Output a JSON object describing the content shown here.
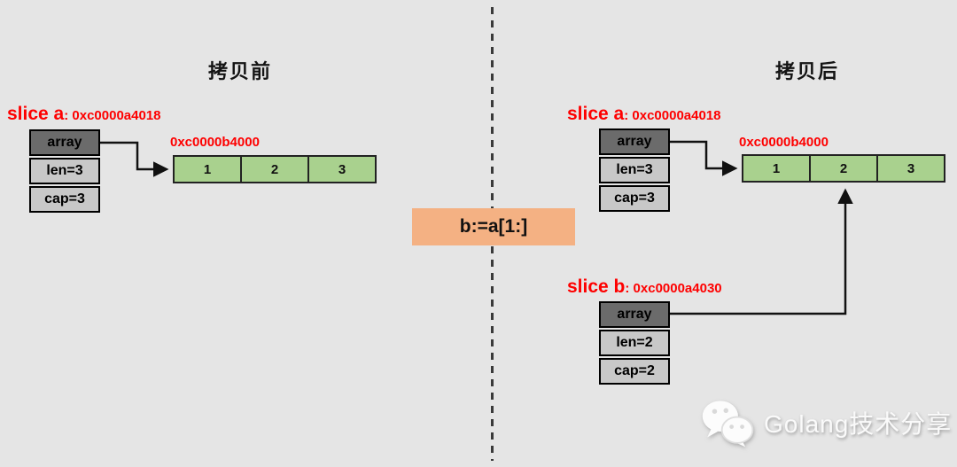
{
  "titles": {
    "before": "拷贝前",
    "after": "拷贝后"
  },
  "code_box": {
    "text": "b:=a[1:]"
  },
  "before": {
    "slice_a": {
      "name": "slice a",
      "address": ": 0xc0000a4018",
      "fields": [
        "array",
        "len=3",
        "cap=3"
      ]
    },
    "array": {
      "address": "0xc0000b4000",
      "cells": [
        "1",
        "2",
        "3"
      ]
    }
  },
  "after": {
    "slice_a": {
      "name": "slice a",
      "address": ": 0xc0000a4018",
      "fields": [
        "array",
        "len=3",
        "cap=3"
      ]
    },
    "array": {
      "address": "0xc0000b4000",
      "cells": [
        "1",
        "2",
        "3"
      ]
    },
    "slice_b": {
      "name": "slice b",
      "address": ": 0xc0000a4030",
      "fields": [
        "array",
        "len=2",
        "cap=2"
      ]
    }
  },
  "watermark": {
    "text": "Golang技术分享",
    "icon": "wechat-icon"
  },
  "colors": {
    "background": "#e5e5e5",
    "struct_header_bg": "#6b6b6b",
    "struct_field_bg": "#c8c8c8",
    "array_cell_bg": "#a9d18e",
    "code_box_bg": "#f4b183",
    "address_text": "#fe0000",
    "arrow": "#111111"
  }
}
